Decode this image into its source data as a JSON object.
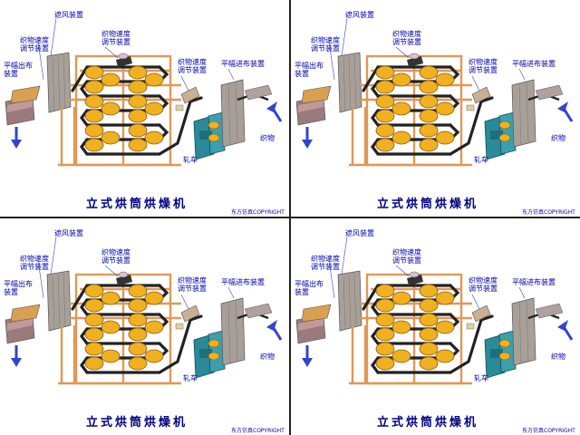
{
  "diagram": {
    "title": "立式烘筒烘燥机",
    "labels": {
      "shield": "遮风装置",
      "speed_left_1": "织物速度",
      "speed_left_2": "调节装置",
      "speed_mid_1": "织物速度",
      "speed_mid_2": "调节装置",
      "speed_right_1": "织物速度",
      "speed_right_2": "调节装置",
      "exit_1": "平幅出布",
      "exit_2": "装置",
      "entry": "平幅进布装置",
      "rolls": "轧车",
      "fabric": "织物"
    },
    "copyright": "东方仿真COPYRIGHT"
  },
  "colors": {
    "frame": "#f0a868",
    "cylinder": "#f0b020",
    "belt": "#222222",
    "padder": "#2a8a9a",
    "label": "#0000aa",
    "title": "#000080"
  }
}
